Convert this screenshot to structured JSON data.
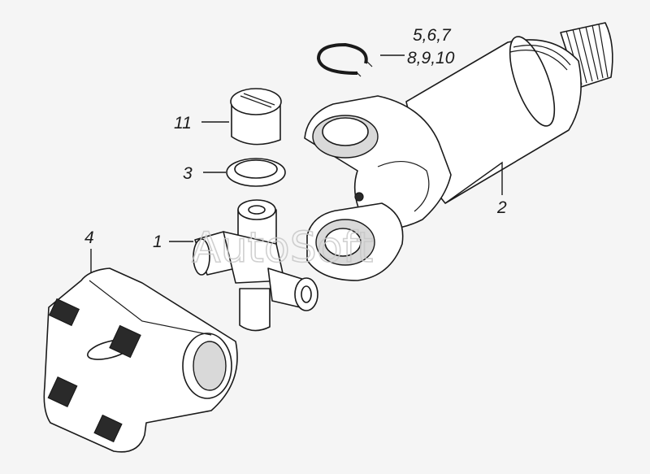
{
  "callouts": {
    "c1": "1",
    "c2": "2",
    "c3": "3",
    "c4": "4",
    "c11": "11",
    "c567": "5,6,7",
    "c8910": "8,9,10"
  },
  "watermark": "AutoSoft",
  "colors": {
    "background": "#f5f5f5",
    "line": "#1a1a1a",
    "watermark": "#c8c8c8"
  }
}
